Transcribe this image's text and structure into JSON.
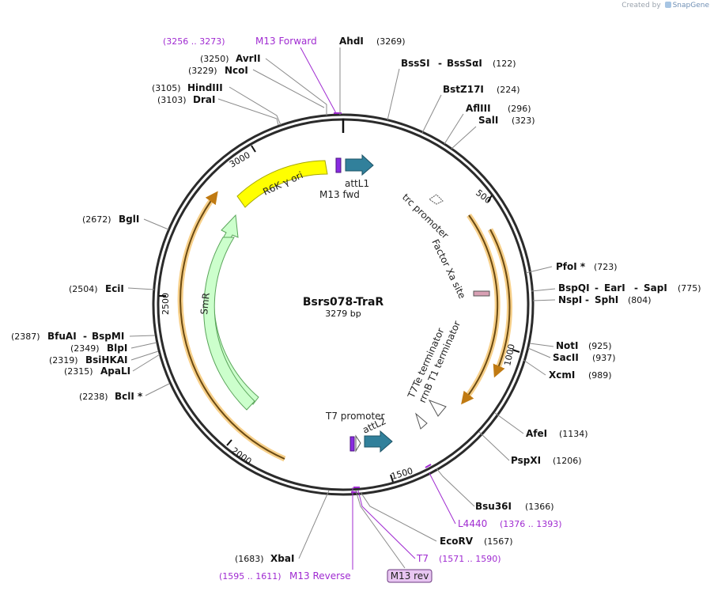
{
  "credit": {
    "prefix": "Created by",
    "brand": "SnapGene"
  },
  "plasmid": {
    "name": "Bsrs078-TraR",
    "length_label": "3279 bp"
  },
  "ticks": [
    "500",
    "1000",
    "1500",
    "2000",
    "2500",
    "3000"
  ],
  "features": {
    "r6k": "R6K γ ori",
    "smr": "SmR",
    "attl1": "attL1",
    "m13fwd": "M13 fwd",
    "trc": "trc promoter",
    "factorxa": "Factor Xa site",
    "t7te": "T7Te terminator",
    "rrnb": "rrnB T1 terminator",
    "t7prom": "T7 promoter",
    "attl2": "attL2"
  },
  "sites": {
    "ahdi": {
      "name": "AhdI",
      "pos": "(3269)"
    },
    "bsssi": {
      "name": "BssSI",
      "name2": "BssSαI",
      "pos": "(122)"
    },
    "bstz17i": {
      "name": "BstZ17I",
      "pos": "(224)"
    },
    "afliii": {
      "name": "AflIII",
      "pos": "(296)"
    },
    "sali": {
      "name": "SalI",
      "pos": "(323)"
    },
    "pfoi": {
      "name": "PfoI *",
      "pos": "(723)"
    },
    "bspqi": {
      "name": "BspQI",
      "name2": "EarI",
      "name3": "SapI",
      "pos": "(775)"
    },
    "nspi": {
      "name": "NspI",
      "name2": "SphI",
      "pos": "(804)"
    },
    "noti": {
      "name": "NotI",
      "pos": "(925)"
    },
    "sacii": {
      "name": "SacII",
      "pos": "(937)"
    },
    "xcmi": {
      "name": "XcmI",
      "pos": "(989)"
    },
    "afei": {
      "name": "AfeI",
      "pos": "(1134)"
    },
    "pspxi": {
      "name": "PspXI",
      "pos": "(1206)"
    },
    "bsu36i": {
      "name": "Bsu36I",
      "pos": "(1366)"
    },
    "ecorv": {
      "name": "EcoRV",
      "pos": "(1567)"
    },
    "xbai": {
      "name": "XbaI",
      "pos": "(1683)"
    },
    "avrii": {
      "name": "AvrII",
      "pos": "(3250)"
    },
    "ncoi": {
      "name": "NcoI",
      "pos": "(3229)"
    },
    "hindiii": {
      "name": "HindIII",
      "pos": "(3105)"
    },
    "drai": {
      "name": "DraI",
      "pos": "(3103)"
    },
    "bgli": {
      "name": "BglI",
      "pos": "(2672)"
    },
    "ecii": {
      "name": "EciI",
      "pos": "(2504)"
    },
    "bfuai": {
      "name": "BfuAI",
      "name2": "BspMI",
      "pos": "(2387)"
    },
    "blpi": {
      "name": "BlpI",
      "pos": "(2349)"
    },
    "bsihkai": {
      "name": "BsiHKAI",
      "pos": "(2319)"
    },
    "apali": {
      "name": "ApaLI",
      "pos": "(2315)"
    },
    "bcli": {
      "name": "BclI *",
      "pos": "(2238)"
    }
  },
  "primers": {
    "m13forward": {
      "name": "M13 Forward",
      "range": "(3256 .. 3273)"
    },
    "l4440": {
      "name": "L4440",
      "range": "(1376 .. 1393)"
    },
    "t7": {
      "name": "T7",
      "range": "(1571 .. 1590)"
    },
    "m13reverse": {
      "name": "M13 Reverse",
      "range": "(1595 .. 1611)"
    },
    "m13rev": {
      "name": "M13 rev"
    }
  },
  "colors": {
    "backbone": "#2b2b2b",
    "primer": "#a02bd1",
    "r6k_ori": "#ffff00",
    "smr": "#ccffcc",
    "att": "#31809b",
    "orange_highlight": "#f5b041"
  }
}
